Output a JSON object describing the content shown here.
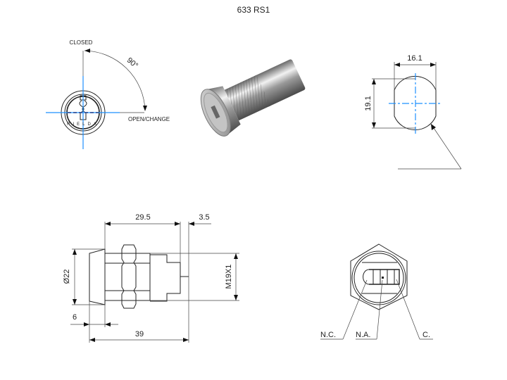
{
  "title": "633 RS1",
  "front_view": {
    "closed_label": "CLOSED",
    "angle_label": "90°",
    "open_label": "OPEN/CHANGE",
    "brand_on_face": "RIELDA"
  },
  "cam_view": {
    "width_dim": "16.1",
    "height_dim": "19.1"
  },
  "side_view": {
    "length_dim": "29.5",
    "pin_dim": "3.5",
    "thread_dim": "M19X1",
    "diameter_dim": "Ø22",
    "flange_dim": "6",
    "overall_dim": "39"
  },
  "rear_view": {
    "nc_label": "N.C.",
    "na_label": "N.A.",
    "c_label": "C."
  },
  "colors": {
    "centerline": "#1e90ff",
    "line": "#222222"
  }
}
